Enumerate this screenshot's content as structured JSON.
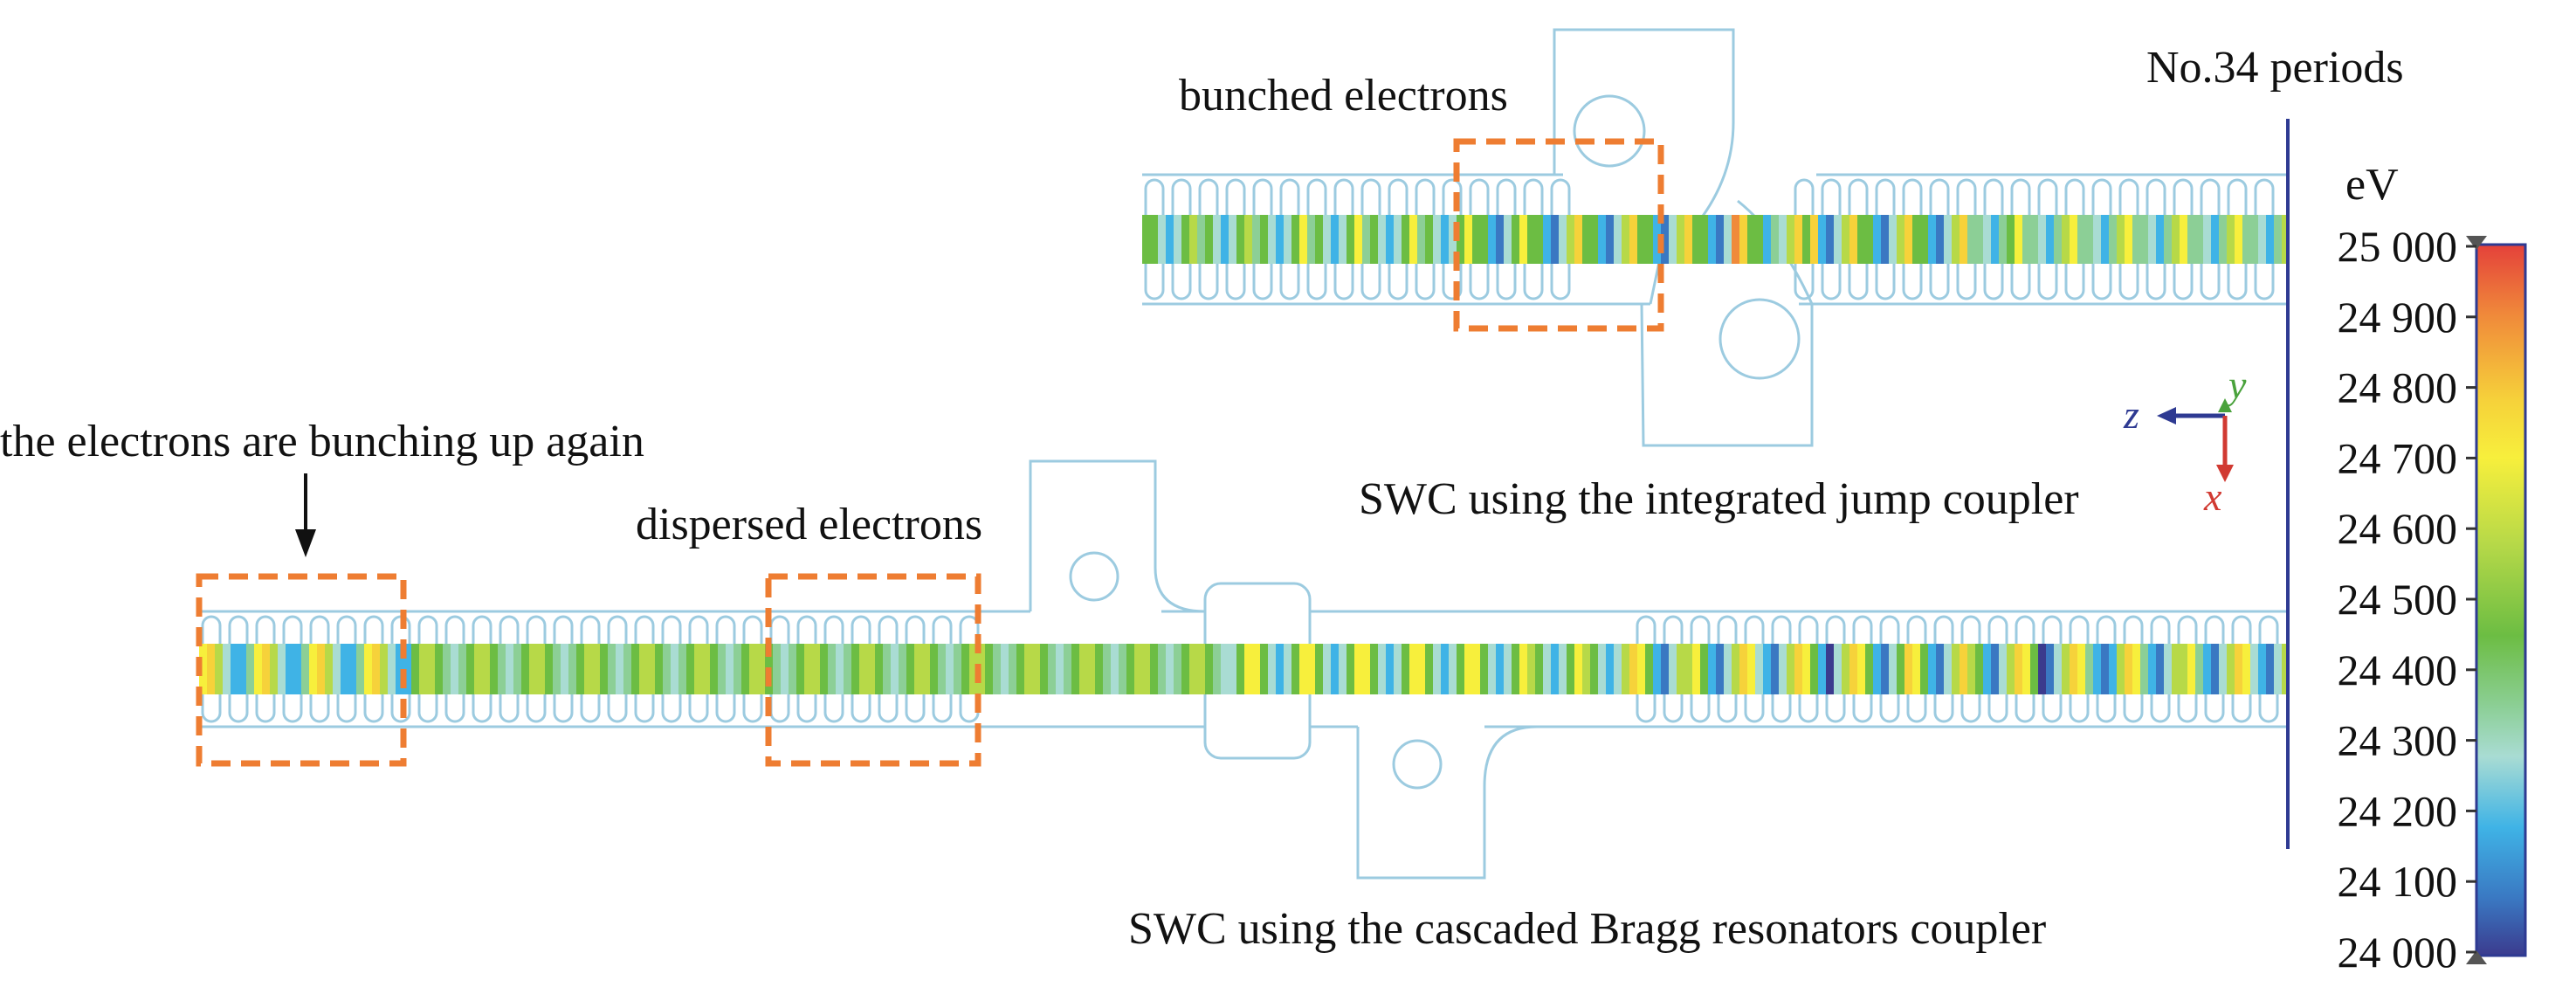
{
  "annotations": {
    "bunched": "bunched electrons",
    "rebunching": "the electrons are bunching up again",
    "dispersed": "dispersed electrons"
  },
  "captions": {
    "top": "SWC using the integrated jump coupler",
    "bottom": "SWC using the cascaded Bragg resonators coupler"
  },
  "axes": {
    "z": "z",
    "y": "y",
    "x": "x"
  },
  "colorbar": {
    "period_label": "No.34 periods",
    "unit": "eV",
    "min": 24000,
    "max": 25000,
    "ticks": [
      "25 000",
      "24 900",
      "24 800",
      "24 700",
      "24 600",
      "24 500",
      "24 400",
      "24 300",
      "24 200",
      "24 100",
      "24 000"
    ],
    "colors": [
      "#e4413a",
      "#f08a3a",
      "#f6d23a",
      "#f7ef3c",
      "#b7d948",
      "#6cbd43",
      "#8ccf96",
      "#a9dcd3",
      "#3fb3e6",
      "#3a78c2",
      "#3b3b8e"
    ]
  },
  "colors": {
    "accent_box": "#ee7d32",
    "outline": "#9ccbe0",
    "axis_z": "#2e3a92",
    "axis_y": "#4aa23c",
    "axis_x": "#d13a32"
  }
}
